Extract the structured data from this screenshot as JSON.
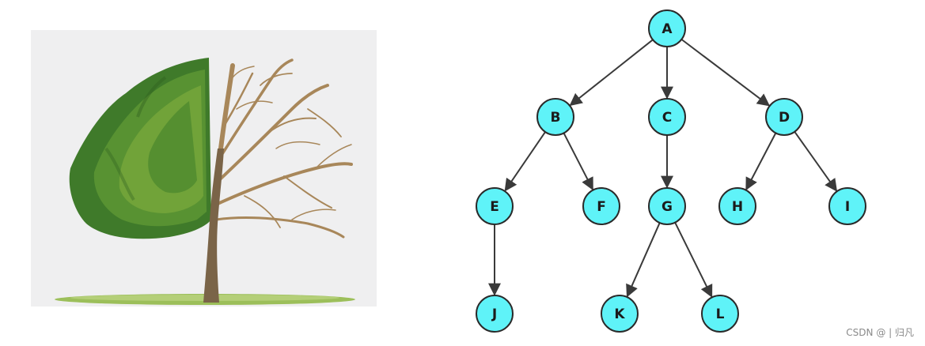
{
  "illustration": {
    "subject": "half-leafy half-bare deciduous tree",
    "colors": {
      "background": "#efeff0",
      "leaf_dark": "#3f7a2a",
      "leaf_light": "#7aa83c",
      "branch": "#a8875a",
      "trunk": "#7a6448",
      "grass": "#9cbf5a"
    }
  },
  "diagram": {
    "node_fill": "#5ff3f8",
    "node_stroke": "#2a2a2a",
    "edge_color": "#3a3a3a",
    "nodes": [
      {
        "id": "A",
        "label": "A"
      },
      {
        "id": "B",
        "label": "B"
      },
      {
        "id": "C",
        "label": "C"
      },
      {
        "id": "D",
        "label": "D"
      },
      {
        "id": "E",
        "label": "E"
      },
      {
        "id": "F",
        "label": "F"
      },
      {
        "id": "G",
        "label": "G"
      },
      {
        "id": "H",
        "label": "H"
      },
      {
        "id": "I",
        "label": "I"
      },
      {
        "id": "J",
        "label": "J"
      },
      {
        "id": "K",
        "label": "K"
      },
      {
        "id": "L",
        "label": "L"
      }
    ],
    "edges": [
      {
        "from": "A",
        "to": "B"
      },
      {
        "from": "A",
        "to": "C"
      },
      {
        "from": "A",
        "to": "D"
      },
      {
        "from": "B",
        "to": "E"
      },
      {
        "from": "B",
        "to": "F"
      },
      {
        "from": "C",
        "to": "G"
      },
      {
        "from": "D",
        "to": "H"
      },
      {
        "from": "D",
        "to": "I"
      },
      {
        "from": "E",
        "to": "J"
      },
      {
        "from": "G",
        "to": "K"
      },
      {
        "from": "G",
        "to": "L"
      }
    ]
  },
  "watermark": "CSDN @ | 归凡"
}
